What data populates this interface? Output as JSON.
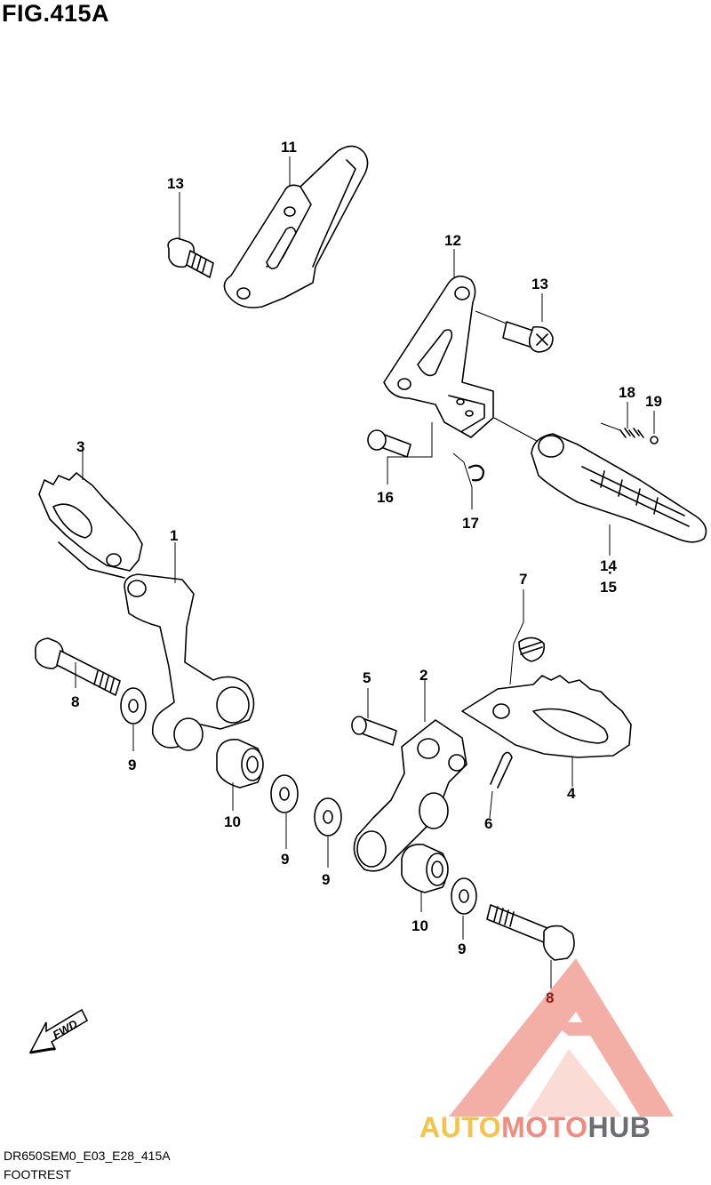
{
  "figure_title": "FIG.415A",
  "footer": {
    "model_code": "DR650SEM0_E03_E28_415A",
    "section_title": "FOOTREST"
  },
  "fwd_label": "FWD",
  "watermark": {
    "part1": "AUTO",
    "part2": "MOTO",
    "part3": "HUB",
    "colors": {
      "auto": "#f6c34a",
      "moto": "#f28a7e",
      "hub": "#6d6e72"
    }
  },
  "callouts": {
    "c1": "1",
    "c2": "2",
    "c3": "3",
    "c4": "4",
    "c5": "5",
    "c6": "6",
    "c7": "7",
    "c8a": "8",
    "c8b": "8",
    "c9a": "9",
    "c9b": "9",
    "c9c": "9",
    "c9d": "9",
    "c10a": "10",
    "c10b": "10",
    "c11": "11",
    "c12": "12",
    "c13a": "13",
    "c13b": "13",
    "c14": "14",
    "c15": "15",
    "c16": "16",
    "c17": "17",
    "c18": "18",
    "c19": "19"
  }
}
